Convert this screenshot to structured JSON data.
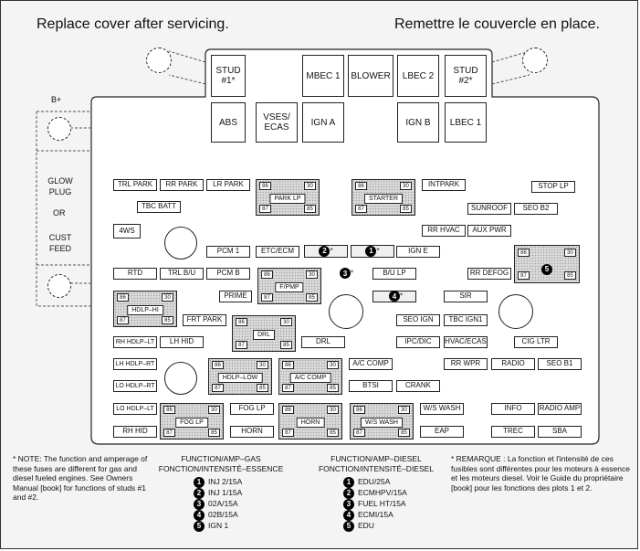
{
  "header": {
    "left": "Replace cover after servicing.",
    "right": "Remettre le couvercle en place."
  },
  "side": {
    "b_plus": "B+",
    "glow_plug": "GLOW PLUG",
    "or": "OR",
    "cust_feed": "CUST FEED"
  },
  "top_fuses": {
    "stud1": "STUD #1*",
    "mbec": "MBEC 1",
    "blower": "BLOWER",
    "lbec2": "LBEC 2",
    "stud2": "STUD #2*",
    "abs": "ABS",
    "vses": "VSES/ ECAS",
    "ign_a": "IGN A",
    "ign_b": "IGN B",
    "lbec1": "LBEC 1"
  },
  "fuses": {
    "trl_park": "TRL PARK",
    "rr_park": "RR PARK",
    "lr_park": "LR PARK",
    "tbc_batt": "TBC BATT",
    "four_ws": "4WS",
    "intpark": "INTPARK",
    "stop_lp": "STOP LP",
    "sunroof": "SUNROOF",
    "seo_b2": "SEO B2",
    "rr_hvac": "RR HVAC",
    "aux_pwr": "AUX PWR",
    "pcm1": "PCM 1",
    "etc_ecm": "ETC/ECM",
    "ign_e": "IGN E",
    "rtd": "RTD",
    "trl_bu": "TRL B/U",
    "pcm_b": "PCM B",
    "bu_lp": "B/U LP",
    "rr_defog": "RR DEFOG",
    "prime": "PRIME",
    "sir": "SIR",
    "frt_park": "FRT PARK",
    "seo_ign": "SEO IGN",
    "tbc_ign1": "TBC IGN1",
    "rh_hdlp_lt": "RH HDLP–LT",
    "lh_hid": "LH HID",
    "drl_fuse": "DRL",
    "ipc_dic": "IPC/DIC",
    "hvac_ecas": "HVAC/ECAS",
    "cig_ltr": "CIG LTR",
    "lh_hdlp_rt": "LH HDLP–RT",
    "ac_comp_fuse": "A/C COMP",
    "rr_wpr": "RR WPR",
    "radio": "RADIO",
    "seo_b1": "SEO B1",
    "lo_hdlp_rt": "LO HDLP–RT",
    "btsi": "BTSI",
    "crank": "CRANK",
    "lo_hdlp_lt": "LO HDLP–LT",
    "fog_lp_fuse": "FOG LP",
    "ws_wash_fuse": "W/S WASH",
    "info": "INFO",
    "radio_amp": "RADIO AMP",
    "rh_hid": "RH HID",
    "horn_fuse": "HORN",
    "eap": "EAP",
    "trec": "TREC",
    "sba": "SBA"
  },
  "relays": {
    "term": {
      "t86": "86",
      "t30": "30",
      "t87": "87",
      "t85": "85"
    },
    "park_lp": "PARK LP",
    "starter": "STARTER",
    "f_pmp": "F/PMP",
    "hdlp_hi": "HDLP–HI",
    "drl": "DRL",
    "hdlp_low": "HDLP–LOW",
    "ac_comp": "A/C COMP",
    "fog_lp": "FOG LP",
    "horn": "HORN",
    "ws_wash": "W/S WASH"
  },
  "markers": {
    "m1": "1",
    "m2": "2",
    "m3": "3",
    "m4": "4",
    "m5": "5",
    "star": "*"
  },
  "note_en": "* NOTE: The function and amperage of these fuses are different for gas and diesel fueled engines. See Owners Manual [book] for functions of studs #1 and #2.",
  "note_fr": "* REMARQUE : La fonction et l'intensité de ces fusibles sont différentes pour les moteurs à essence et les moteurs diesel. Voir le Guide du propriétaire [book] pour les fonctions des plots 1 et 2.",
  "gas": {
    "head1": "FUNCTION/AMP–GAS",
    "head2": "FONCTION/INTENSITÉ–ESSENCE",
    "items": [
      {
        "n": "1",
        "t": "INJ 2/15A"
      },
      {
        "n": "2",
        "t": "INJ 1/15A"
      },
      {
        "n": "3",
        "t": "02A/15A"
      },
      {
        "n": "4",
        "t": "02B/15A"
      },
      {
        "n": "5",
        "t": "IGN 1"
      }
    ]
  },
  "diesel": {
    "head1": "FUNCTION/AMP–DIESEL",
    "head2": "FONCTION/INTENSITÉ–DIESEL",
    "items": [
      {
        "n": "1",
        "t": "EDU/25A"
      },
      {
        "n": "2",
        "t": "ECMHPV/15A"
      },
      {
        "n": "3",
        "t": "FUEL HT/15A"
      },
      {
        "n": "4",
        "t": "ECMI/15A"
      },
      {
        "n": "5",
        "t": "EDU"
      }
    ]
  },
  "colors": {
    "panel": "#f4f4f4",
    "relay": "#d8d8d8",
    "marker": "#000000"
  }
}
